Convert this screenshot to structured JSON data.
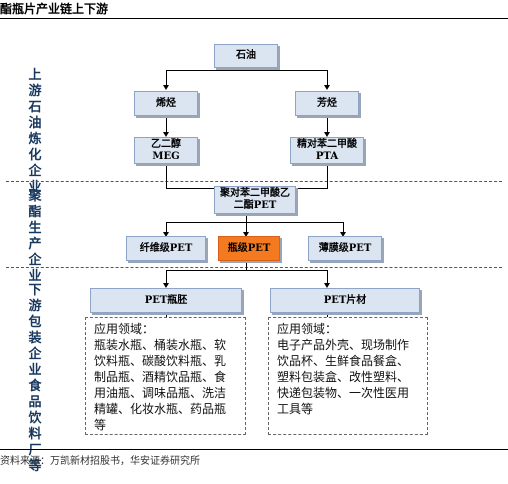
{
  "title": "酯瓶片产业链上下游",
  "source": "资料来源：万凯新材招股书，华安证券研究所",
  "sections": {
    "upstream": "上游石油炼化企业",
    "midstream": "聚酯生产企业",
    "downstream": "下游包装企业食品饮料厂等"
  },
  "nodes": {
    "oil": "石油",
    "olefin": "烯烃",
    "aromatic": "芳烃",
    "meg_cn": "乙二醇",
    "meg_en": "MEG",
    "pta_cn": "精对苯二甲酸",
    "pta_en": "PTA",
    "pet_line1": "聚对苯二甲酸乙",
    "pet_line2": "二酯PET",
    "fiber": "纤维级PET",
    "bottle": "瓶级PET",
    "film": "薄膜级PET",
    "preform": "PET瓶胚",
    "sheet": "PET片材"
  },
  "applications": {
    "left_label": "应用领域：",
    "left_body": "瓶装水瓶、桶装水瓶、软饮料瓶、碳酸饮料瓶、乳制品瓶、酒精饮品瓶、食用油瓶、调味品瓶、洗洁精罐、化妆水瓶、药品瓶等",
    "right_label": "应用领域：",
    "right_body": "电子产品外壳、现场制作饮品杯、生鲜食品餐盒、塑料包装盒、改性塑料、快递包装物、一次性医用工具等"
  },
  "colors": {
    "box_fill": "#dbe4f1",
    "highlight": "#f47a20",
    "section_label": "#17375e"
  }
}
